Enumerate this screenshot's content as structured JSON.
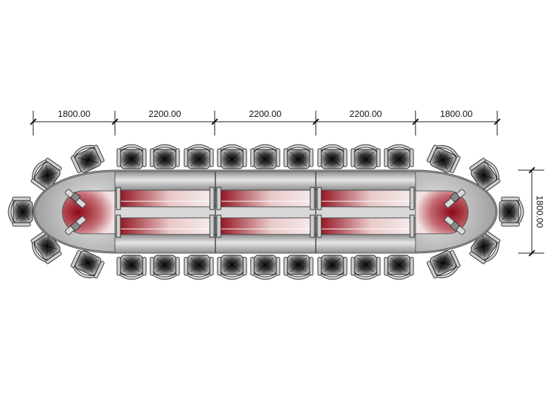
{
  "dimensions": {
    "horizontal": [
      "1800.00",
      "2200.00",
      "2200.00",
      "2200.00",
      "1800.00"
    ],
    "vertical": "1800.00"
  },
  "layout": {
    "table_modules": 3,
    "seats_per_side": 9,
    "seats_per_end": 5
  },
  "colors": {
    "table_gray": "#a9a9a9",
    "insert_red": "#9b1020",
    "chair_dark": "#1e1e1e"
  }
}
